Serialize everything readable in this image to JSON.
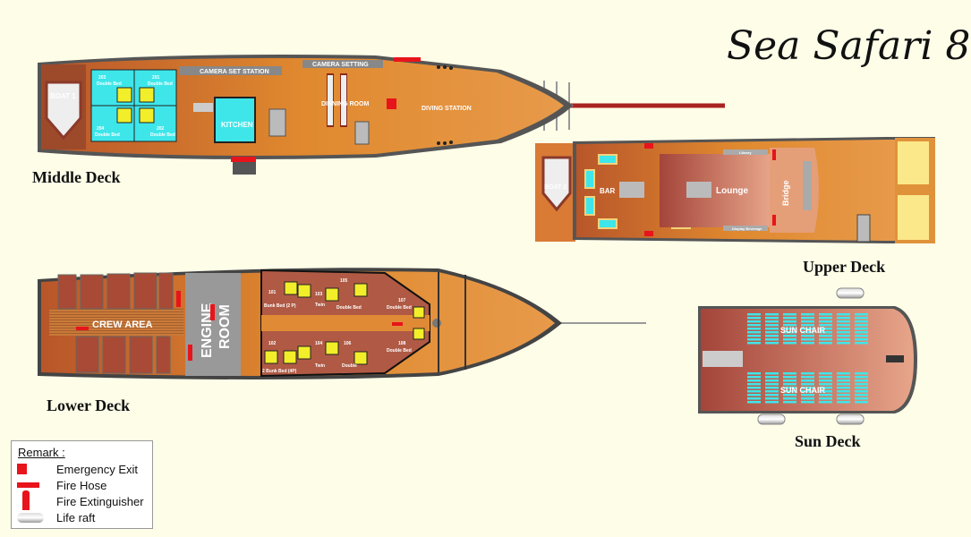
{
  "title": "Sea Safari 8",
  "decks": {
    "middle": {
      "name": "Middle Deck",
      "boat": "BOAT 1",
      "camera_set_station": "CAMERA SET STATION",
      "camera_setting": "CAMERA SETTING",
      "kitchen": "KITCHEN",
      "dining": "DINNING ROOM",
      "diving": "DIVING STATION",
      "cabins": [
        {
          "no": "203",
          "type": "Double Bed"
        },
        {
          "no": "201",
          "type": "Double Bed"
        },
        {
          "no": "204",
          "type": "Double Bed"
        },
        {
          "no": "202",
          "type": "Double Bed"
        }
      ]
    },
    "upper": {
      "name": "Upper Deck",
      "boat": "BOAT 2",
      "bar": "BAR",
      "lounge": "Lounge",
      "bridge": "Bridge",
      "library": "Library",
      "display": "Display Beverage"
    },
    "lower": {
      "name": "Lower Deck",
      "crew": "CREW AREA",
      "engine_1": "ENGINE",
      "engine_2": "ROOM",
      "cabins": [
        {
          "no": "101",
          "type": "Bunk Bed (2 P)"
        },
        {
          "no": "102",
          "type": "2 Bunk Bed (4P)"
        },
        {
          "no": "103",
          "type": "Twin"
        },
        {
          "no": "104",
          "type": "Twin"
        },
        {
          "no": "105",
          "type": "Double Bed"
        },
        {
          "no": "106",
          "type": "Double"
        },
        {
          "no": "107",
          "type": "Double Bed"
        },
        {
          "no": "108",
          "type": "Double Bed"
        }
      ]
    },
    "sun": {
      "name": "Sun Deck",
      "chair_1": "SUN CHAIR",
      "chair_2": "SUN CHAIR"
    }
  },
  "legend": {
    "title": "Remark :",
    "items": [
      "Emergency Exit",
      "Fire Hose",
      "Fire Extinguisher",
      "Life raft"
    ]
  },
  "colors": {
    "hull": "#e08a35",
    "cabin": "#3ee6ea",
    "bed": "#f2ee2a",
    "alert": "#e8141b"
  }
}
